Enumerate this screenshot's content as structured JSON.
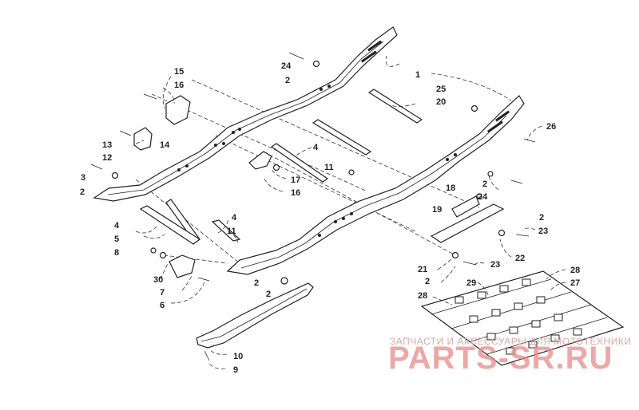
{
  "callouts": [
    {
      "id": "1",
      "text": "1"
    },
    {
      "id": "2a",
      "text": "2"
    },
    {
      "id": "2b",
      "text": "2"
    },
    {
      "id": "2c",
      "text": "2"
    },
    {
      "id": "2d",
      "text": "2"
    },
    {
      "id": "2e",
      "text": "2"
    },
    {
      "id": "2f",
      "text": "2"
    },
    {
      "id": "2g",
      "text": "2"
    },
    {
      "id": "3",
      "text": "3"
    },
    {
      "id": "4a",
      "text": "4"
    },
    {
      "id": "4b",
      "text": "4"
    },
    {
      "id": "4c",
      "text": "4"
    },
    {
      "id": "5",
      "text": "5"
    },
    {
      "id": "6",
      "text": "6"
    },
    {
      "id": "7",
      "text": "7"
    },
    {
      "id": "8",
      "text": "8"
    },
    {
      "id": "9",
      "text": "9"
    },
    {
      "id": "10",
      "text": "10"
    },
    {
      "id": "11a",
      "text": "11"
    },
    {
      "id": "11b",
      "text": "11"
    },
    {
      "id": "12",
      "text": "12"
    },
    {
      "id": "13",
      "text": "13"
    },
    {
      "id": "14",
      "text": "14"
    },
    {
      "id": "15",
      "text": "15"
    },
    {
      "id": "16a",
      "text": "16"
    },
    {
      "id": "16b",
      "text": "16"
    },
    {
      "id": "17",
      "text": "17"
    },
    {
      "id": "18",
      "text": "18"
    },
    {
      "id": "19",
      "text": "19"
    },
    {
      "id": "20",
      "text": "20"
    },
    {
      "id": "21",
      "text": "21"
    },
    {
      "id": "22",
      "text": "22"
    },
    {
      "id": "23a",
      "text": "23"
    },
    {
      "id": "23b",
      "text": "23"
    },
    {
      "id": "24a",
      "text": "24"
    },
    {
      "id": "24b",
      "text": "24"
    },
    {
      "id": "25",
      "text": "25"
    },
    {
      "id": "26",
      "text": "26"
    },
    {
      "id": "27",
      "text": "27"
    },
    {
      "id": "28a",
      "text": "28"
    },
    {
      "id": "28b",
      "text": "28"
    },
    {
      "id": "29",
      "text": "29"
    },
    {
      "id": "30",
      "text": "30"
    }
  ],
  "watermark": {
    "caption": "ЗАПЧАСТИ И АКСЕССУАРЫ ДЛЯ МОТОТЕХНИКИ",
    "logo": "PARTS-SR.RU"
  }
}
